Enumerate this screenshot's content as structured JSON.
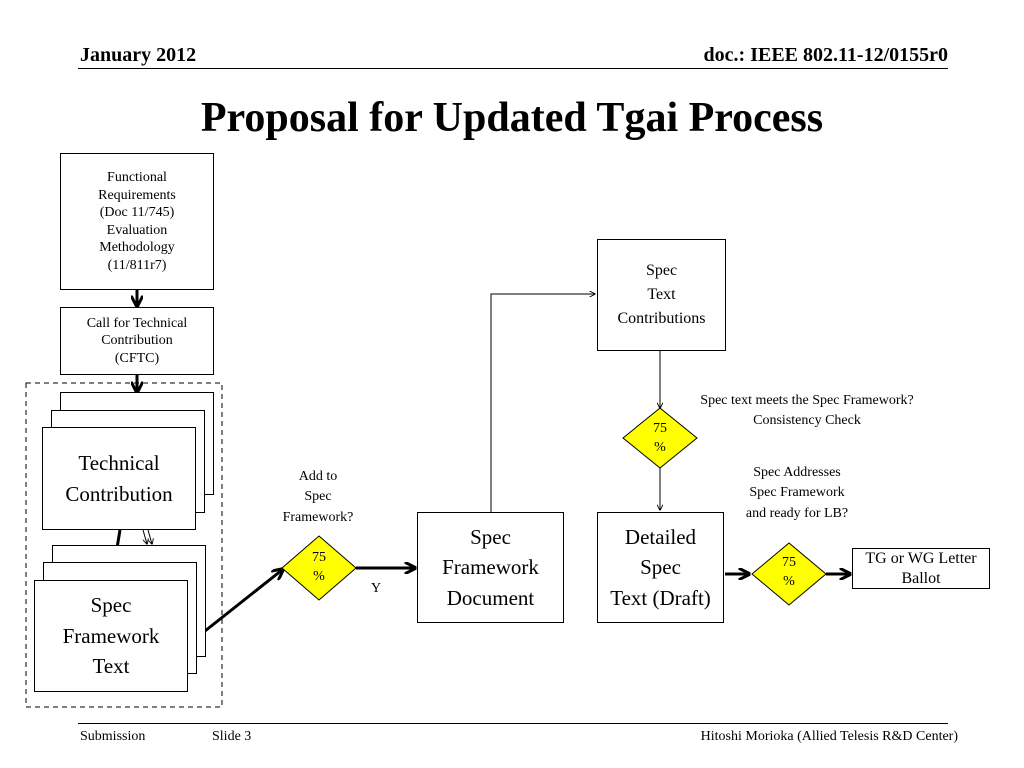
{
  "header": {
    "date": "January 2012",
    "doc": "doc.: IEEE 802.11-12/0155r0"
  },
  "title": "Proposal for Updated Tgai Process",
  "boxes": {
    "functional_requirements": [
      "Functional",
      "Requirements",
      "(Doc 11/745)",
      "Evaluation",
      "Methodology",
      "(11/811r7)"
    ],
    "call_for_technical_contribution": [
      "Call for Technical",
      "Contribution",
      "(CFTC)"
    ],
    "technical_contribution": [
      "Technical",
      "Contribution"
    ],
    "spec_framework_text": [
      "Spec",
      "Framework",
      "Text"
    ],
    "spec_framework_document": [
      "Spec",
      "Framework",
      "Document"
    ],
    "spec_text_contributions": [
      "Spec",
      "Text",
      "Contributions"
    ],
    "detailed_spec_text": [
      "Detailed",
      "Spec",
      "Text (Draft)"
    ],
    "letter_ballot": [
      "TG or WG Letter",
      "Ballot"
    ]
  },
  "decisions": {
    "add_to_framework": [
      "75",
      "%"
    ],
    "consistency_check": [
      "75",
      "%"
    ],
    "ready_for_lb": [
      "75",
      "%"
    ]
  },
  "labels": {
    "add_to_framework": [
      "Add to",
      "Spec",
      "Framework?"
    ],
    "yes": "Y",
    "consistency_check": [
      "Spec text meets the Spec Framework?",
      "Consistency Check"
    ],
    "ready_for_lb": [
      "Spec Addresses",
      "Spec Framework",
      "and ready for LB?"
    ]
  },
  "footer": {
    "left": "Submission",
    "slide": "Slide 3",
    "author": "Hitoshi Morioka (Allied Telesis R&D Center)"
  },
  "colors": {
    "decision_fill": "#ffff00",
    "line": "#000000"
  }
}
